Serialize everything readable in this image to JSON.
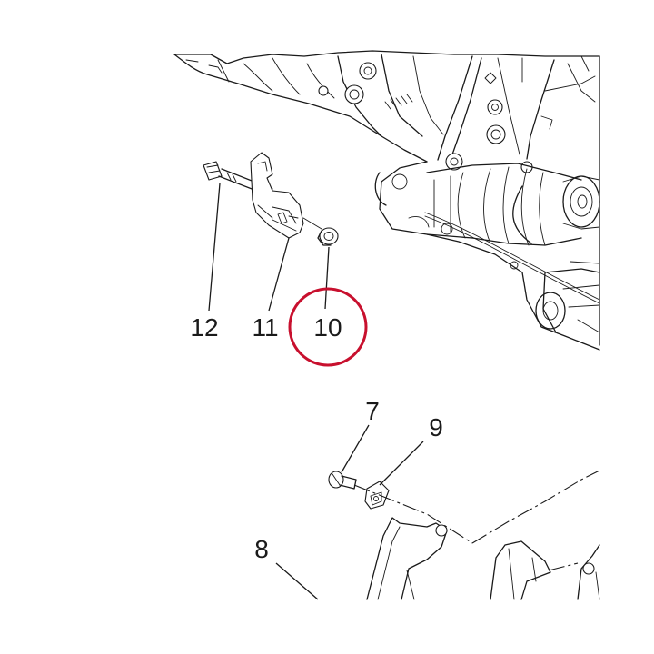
{
  "callouts": [
    {
      "id": "12",
      "label": "12"
    },
    {
      "id": "11",
      "label": "11"
    },
    {
      "id": "10",
      "label": "10"
    },
    {
      "id": "7",
      "label": "7"
    },
    {
      "id": "9",
      "label": "9"
    },
    {
      "id": "8",
      "label": "8"
    }
  ],
  "highlight": {
    "target": "10",
    "color": "#c8102e"
  },
  "colors": {
    "line": "#1a1a1a",
    "background": "#ffffff"
  }
}
